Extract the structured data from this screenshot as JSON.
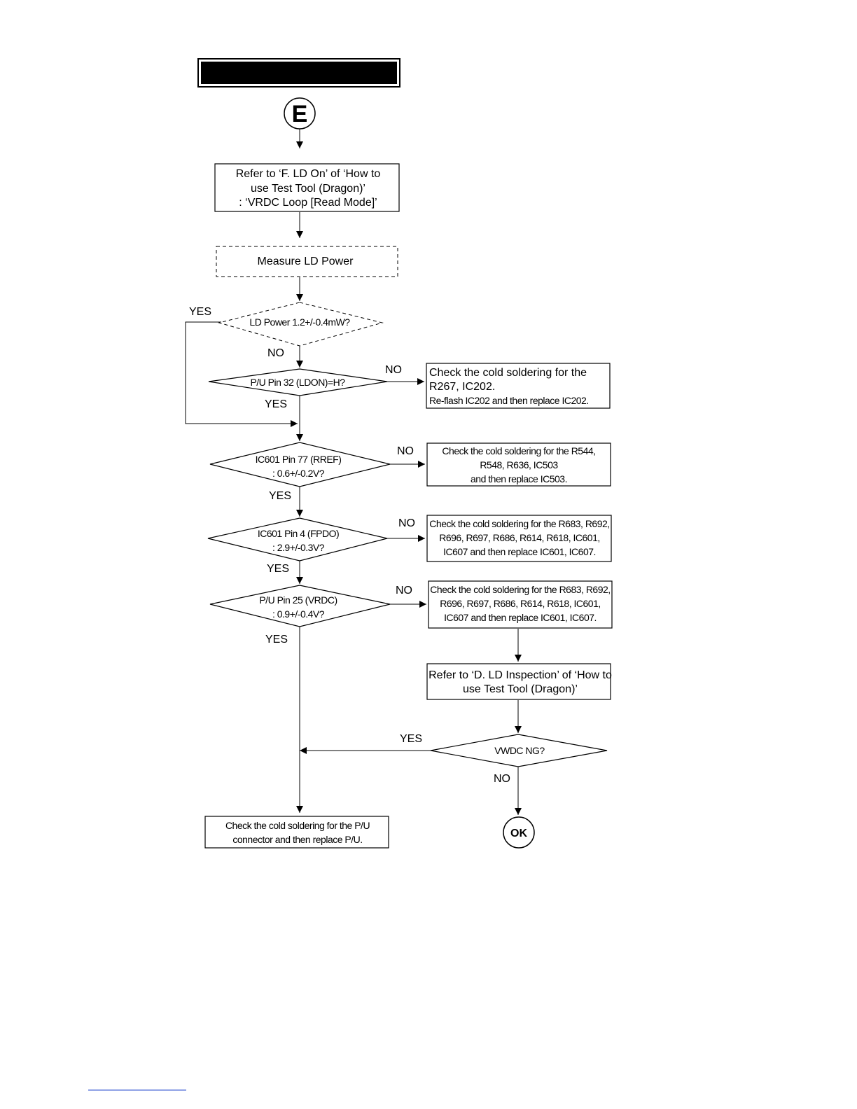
{
  "header_bar": {
    "text": ""
  },
  "start_connector": {
    "label": "E"
  },
  "end_connector": {
    "label": "OK"
  },
  "steps": {
    "refer_ld_on": [
      "Refer to ‘F. LD On’ of ‘How to",
      "use Test Tool (Dragon)’",
      ": ‘VRDC Loop [Read Mode]’"
    ],
    "measure_ld_power": [
      "Measure LD Power"
    ],
    "ld_power_decision": [
      "LD Power 1.2+/-0.4mW?"
    ],
    "pu_pin32_decision": [
      "P/U Pin 32 (LDON)=H?"
    ],
    "cold_solder_r267": [
      "Check the cold soldering for the",
      "R267, IC202.",
      "Re-flash IC202 and then replace IC202."
    ],
    "ic601_pin77_decision": [
      "IC601 Pin 77 (RREF)",
      ": 0.6+/-0.2V?"
    ],
    "cold_solder_r544": [
      "Check the cold soldering for the R544,",
      "R548, R636, IC503",
      "and then replace IC503."
    ],
    "ic601_pin4_decision": [
      "IC601 Pin 4 (FPDO)",
      ": 2.9+/-0.3V?"
    ],
    "cold_solder_r683_a": [
      "Check the cold soldering for the R683, R692,",
      "R696, R697, R686, R614, R618, IC601,",
      "IC607 and then replace IC601, IC607."
    ],
    "pu_pin25_decision": [
      "P/U Pin 25 (VRDC)",
      ": 0.9+/-0.4V?"
    ],
    "cold_solder_r683_b": [
      "Check the cold soldering for the R683, R692,",
      "R696, R697, R686, R614, R618, IC601,",
      "IC607 and then replace IC601, IC607."
    ],
    "refer_ld_inspection": [
      "Refer to ‘D. LD Inspection’ of ‘How to",
      "use Test Tool (Dragon)’"
    ],
    "vwdc_decision": [
      "VWDC NG?"
    ],
    "cold_solder_pu": [
      "Check the cold soldering for the P/U",
      "connector and then replace P/U."
    ]
  },
  "edge_labels": {
    "ld_power_yes": "YES",
    "ld_power_no": "NO",
    "pin32_no": "NO",
    "pin32_yes": "YES",
    "pin77_no": "NO",
    "pin77_yes": "YES",
    "pin4_no": "NO",
    "pin4_yes": "YES",
    "pin25_no": "NO",
    "pin25_yes": "YES",
    "vwdc_yes": "YES",
    "vwdc_no": "NO"
  }
}
